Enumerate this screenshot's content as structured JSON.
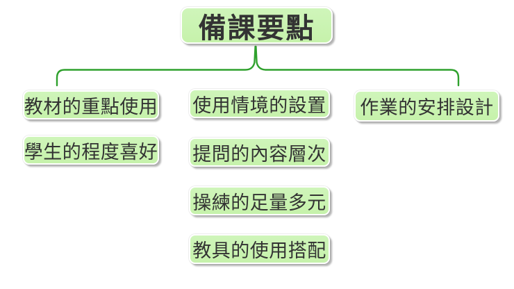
{
  "diagram": {
    "root": {
      "label": "備課要點"
    },
    "branches": {
      "left": [
        "教材的重點使用",
        "學生的程度喜好"
      ],
      "middle": [
        "使用情境的設置",
        "提問的內容層次",
        "操練的足量多元",
        "教具的使用搭配"
      ],
      "right": [
        "作業的安排設計"
      ]
    },
    "colors": {
      "node_fill": "#c9f3b0",
      "node_border": "#ffffff",
      "connector_green": "#2fa12d",
      "text": "#333333",
      "shadow_gray": "#8f8f8f",
      "background": "#ffffff"
    }
  }
}
